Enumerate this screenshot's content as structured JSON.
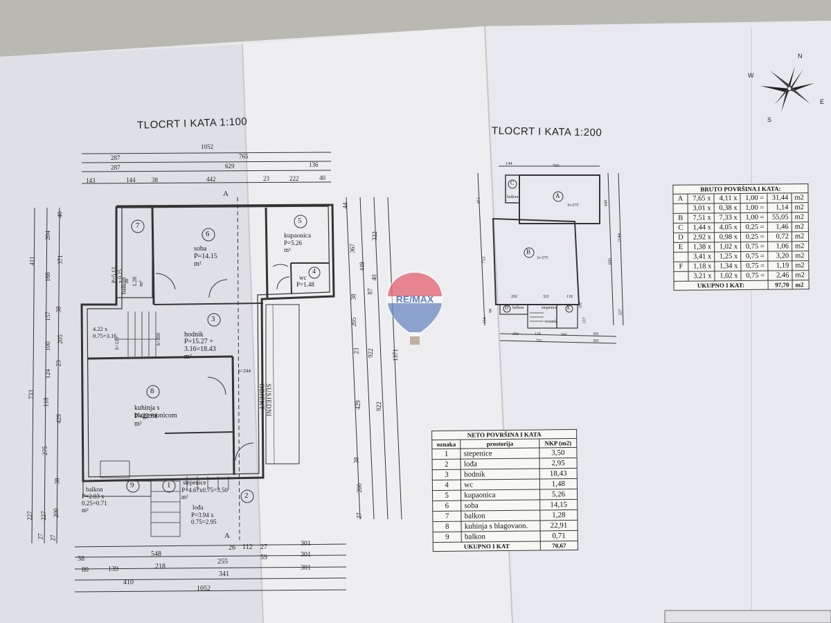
{
  "plan_large": {
    "title": "TLOCRT I KATA 1:100",
    "dims_top": [
      "1052",
      "287",
      "765",
      "287",
      "629",
      "136",
      "143",
      "144",
      "38",
      "442",
      "23",
      "222",
      "40"
    ],
    "dims_bottom": [
      "38",
      "548",
      "26",
      "112",
      "27",
      "301",
      "80",
      "139",
      "218",
      "255",
      "59",
      "301",
      "410",
      "341",
      "301",
      "1052"
    ],
    "dims_left": [
      "40",
      "204",
      "411",
      "166",
      "371",
      "157",
      "38",
      "205",
      "100",
      "124",
      "23",
      "733",
      "118",
      "429",
      "275",
      "38",
      "227",
      "227",
      "200",
      "27",
      "27"
    ],
    "dims_right": [
      "44",
      "367",
      "322",
      "449",
      "87",
      "40",
      "38",
      "205",
      "23",
      "1371",
      "922",
      "429",
      "922",
      "38",
      "200",
      "27"
    ],
    "rooms": [
      {
        "num": "7",
        "name": "balkon",
        "area": "P=5.13 x 0.25 m",
        "area2": "1.28 m²"
      },
      {
        "num": "6",
        "name": "soba",
        "area": "P=14.15 m²"
      },
      {
        "num": "5",
        "name": "kupaonica",
        "area": "P=5.26 m²"
      },
      {
        "num": "4",
        "name": "wc",
        "area": "P=1.48"
      },
      {
        "num": "3",
        "name": "hodnik",
        "area": "P=15.27 + 3.16=18.43 m²"
      },
      {
        "num": "8",
        "name": "kuhinja s blagovaonicom",
        "area": "P=22.91 m²"
      },
      {
        "num": "9",
        "name": "balkon",
        "area": "P=2.83 x 0.25=0.71 m²"
      },
      {
        "num": "1",
        "name": "stepenice",
        "area": "P=4.67x0.75=3.50 m²"
      },
      {
        "num": "2",
        "name": "lođa",
        "area": "P=3.94 x 0.75=2.95"
      }
    ],
    "stair_note": "4.22 x 0.75=3.16",
    "heights": [
      "h=126",
      "h=200",
      "h=244"
    ],
    "neighbor": "SUSJEDNI OBJEKT",
    "section_marker": "A"
  },
  "plan_small": {
    "title": "TLOCRT I KATA 1:200",
    "zones": [
      "A",
      "B",
      "C",
      "D",
      "E"
    ],
    "labels": {
      "balkon_c": "balkon",
      "balkon_d": "balkon",
      "stepenice": "stepenice",
      "veranda": "veranda",
      "h_a": "h=275",
      "h_b": "h=275"
    },
    "dims": [
      "144",
      "765",
      "411",
      "733",
      "1144",
      "449",
      "695",
      "292",
      "321",
      "118",
      "292",
      "118",
      "341",
      "301",
      "751",
      "301",
      "154",
      "98",
      "102",
      "137",
      "227"
    ]
  },
  "compass": {
    "n": "N",
    "e": "E",
    "s": "S",
    "w": "W"
  },
  "bruto": {
    "title": "BRUTO POVRŠINA I KATA:",
    "rows": [
      {
        "l": "A",
        "a": "7,65",
        "b": "4,11",
        "c": "1,00",
        "r": "31,44",
        "u": "m2"
      },
      {
        "l": "",
        "a": "3,01",
        "b": "0,38",
        "c": "1,00",
        "r": "1,14",
        "u": "m2"
      },
      {
        "l": "B",
        "a": "7,51",
        "b": "7,33",
        "c": "1,00",
        "r": "55,05",
        "u": "m2"
      },
      {
        "l": "C",
        "a": "1,44",
        "b": "4,05",
        "c": "0,25",
        "r": "1,46",
        "u": "m2"
      },
      {
        "l": "D",
        "a": "2,92",
        "b": "0,98",
        "c": "0,25",
        "r": "0,72",
        "u": "m2"
      },
      {
        "l": "E",
        "a": "1,38",
        "b": "1,02",
        "c": "0,75",
        "r": "1,06",
        "u": "m2"
      },
      {
        "l": "",
        "a": "3,41",
        "b": "1,25",
        "c": "0,75",
        "r": "3,20",
        "u": "m2"
      },
      {
        "l": "F",
        "a": "1,18",
        "b": "1,34",
        "c": "0,75",
        "r": "1,19",
        "u": "m2"
      },
      {
        "l": "",
        "a": "3,21",
        "b": "1,02",
        "c": "0,75",
        "r": "2,46",
        "u": "m2"
      }
    ],
    "total_label": "UKUPNO I KAT:",
    "total": "97,70",
    "total_unit": "m2"
  },
  "neto": {
    "title": "NETO POVRŠINA I KATA",
    "headers": [
      "oznaka",
      "prostorija",
      "NKP (m2)"
    ],
    "rows": [
      {
        "n": "1",
        "name": "stepenice",
        "v": "3,50"
      },
      {
        "n": "2",
        "name": "lođa",
        "v": "2,95"
      },
      {
        "n": "3",
        "name": "hodnik",
        "v": "18,43"
      },
      {
        "n": "4",
        "name": "wc",
        "v": "1,48"
      },
      {
        "n": "5",
        "name": "kupaonica",
        "v": "5,26"
      },
      {
        "n": "6",
        "name": "soba",
        "v": "14,15"
      },
      {
        "n": "7",
        "name": "balkon",
        "v": "1,28"
      },
      {
        "n": "8",
        "name": "kuhinja s blagovaon.",
        "v": "22,91"
      },
      {
        "n": "9",
        "name": "balkon",
        "v": "0,71"
      }
    ],
    "total_label": "UKUPNO I KAT",
    "total": "70,67"
  },
  "watermark": {
    "text": "RE/MAX",
    "colors": {
      "red": "#d8263a",
      "blue": "#1f4fa0"
    }
  }
}
